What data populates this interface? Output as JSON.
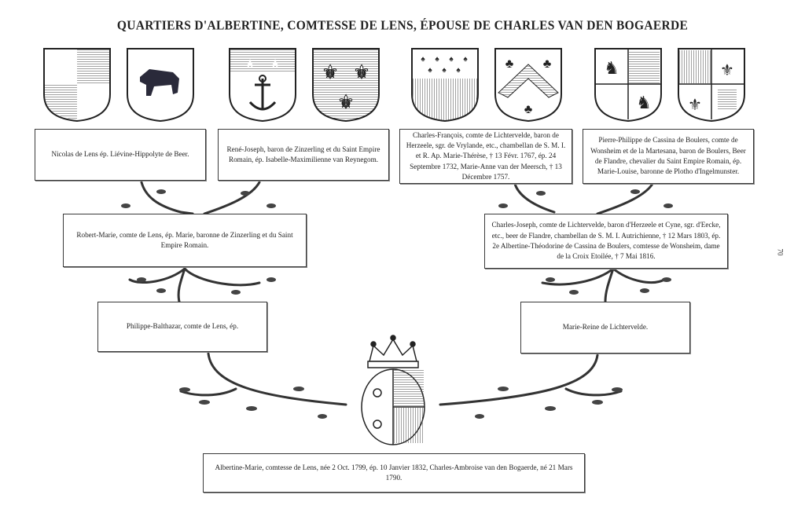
{
  "title": "QUARTIERS D'ALBERTINE, COMTESSE DE LENS, ÉPOUSE DE CHARLES VAN DEN BOGAERDE",
  "page_number": "70",
  "boxes": {
    "nicolas": "Nicolas de Lens ép. Liévine-Hippolyte de Beer.",
    "rene": "René-Joseph, baron de Zinzerling et du Saint Empire Romain, ép. Isabelle-Maximilienne van Reynegom.",
    "charles_francois": "Charles-François, comte de Lichtervelde, baron de Herzeele, sgr. de Vrylande, etc., chambellan de S. M. I. et R. Ap. Marie-Thérèse, † 13 Févr. 1767, ép. 24 Septembre 1732, Marie-Anne van der Meersch, † 13 Décembre 1757.",
    "pierre": "Pierre-Philippe de Cassina de Boulers, comte de Wonsheim et de la Martesana, baron de Boulers, Beer de Flandre, chevalier du Saint Empire Romain, ép. Marie-Louise, baronne de Plotho d'Ingelmunster.",
    "robert": "Robert-Marie, comte de Lens, ép. Marie, baronne de Zinzerling et du Saint Empire Romain.",
    "charles_joseph": "Charles-Joseph, comte de Lichtervelde, baron d'Herzeele et Cyne, sgr. d'Eecke, etc., beer de Flandre, chambellan de S. M. I. Autrichienne, † 12 Mars 1803, ép. 2e Albertine-Théodorine de Cassina de Boulers, comtesse de Wonsheim, dame de la Croix Etoilée, † 7 Mai 1816.",
    "philippe": "Philippe-Balthazar, comte de Lens, ép.",
    "marie_reine": "Marie-Reine de Lichtervelde.",
    "albertine": "Albertine-Marie, comtesse de Lens, née 2 Oct. 1799, ép. 10 Janvier 1832, Charles-Ambroise van den Bogaerde, né 21 Mars 1790."
  },
  "shields": [
    "quarterly-shield",
    "wolf-shield",
    "anchor-stars-shield",
    "fleur-de-lis-shield",
    "ermine-shield",
    "chevron-trefoil-shield",
    "quartered-lions-shield",
    "quartered-fleur-shield"
  ],
  "colors": {
    "ink": "#222222",
    "paper": "#ffffff",
    "hatch": "#555555"
  }
}
